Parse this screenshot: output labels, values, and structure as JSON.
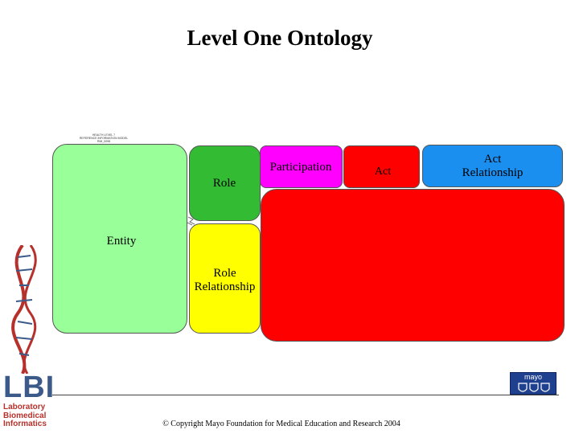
{
  "slide": {
    "title": "Level One Ontology",
    "hl7_caption": "HEALTH LEVEL 7\nREFERENCE INFORMATION MODEL\nRIM_0098",
    "copyright": "© Copyright Mayo Foundation for Medical Education and Research 2004"
  },
  "diagram": {
    "entity": "Entity",
    "role": "Role",
    "participation": "Participation",
    "act": "Act",
    "act_relationship": "Act\nRelationship",
    "role_relationship": "Role\nRelationship"
  },
  "colors": {
    "entity": "#99ff99",
    "role": "#33bb33",
    "participation": "#ff00ff",
    "act": "#ff0000",
    "act_relationship": "#1a8ff0",
    "role_relationship": "#ffff00"
  },
  "logos": {
    "lbi": "LBI",
    "lbi_line1": "Laboratory",
    "lbi_line2": "Biomedical",
    "lbi_line3": "Informatics",
    "mayo": "mayo",
    "dna_icon": "dna-helix-icon",
    "mayo_icon": "mayo-shields-icon"
  }
}
